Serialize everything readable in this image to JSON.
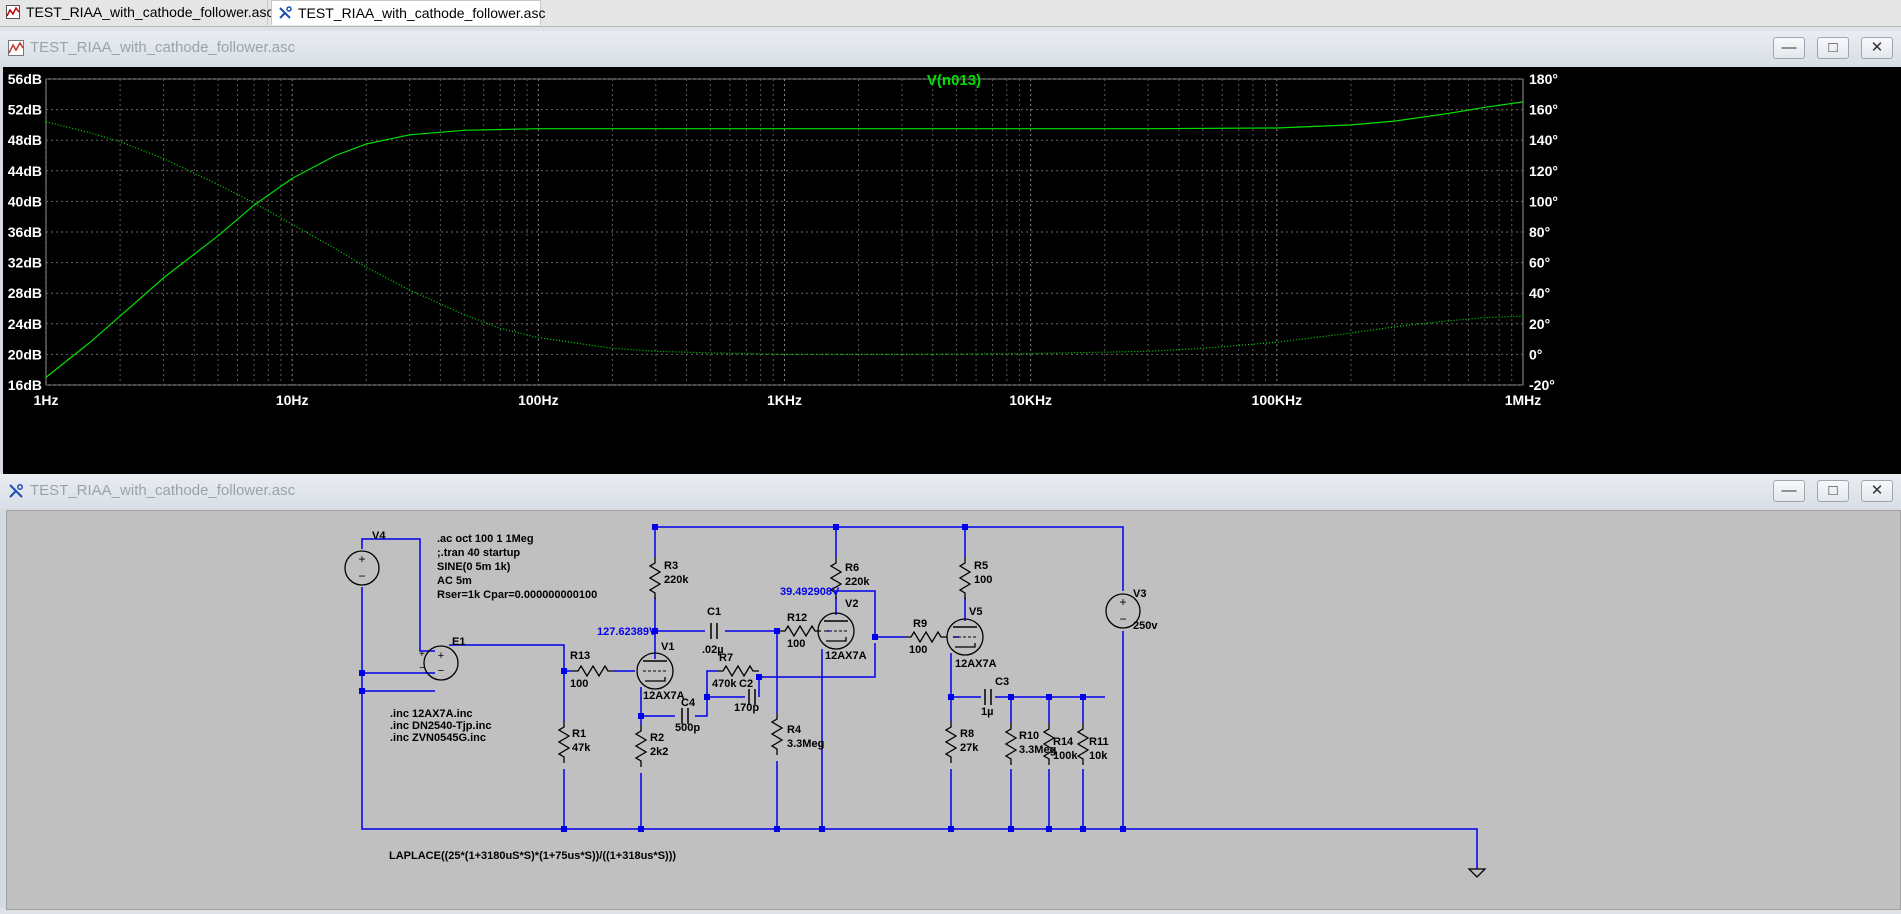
{
  "tabs": [
    {
      "label": "TEST_RIAA_with_cathode_follower.asc",
      "icon": "waveform-icon",
      "active": false
    },
    {
      "label": "TEST_RIAA_with_cathode_follower.asc",
      "icon": "schematic-icon",
      "active": true
    }
  ],
  "plot_window": {
    "title": "TEST_RIAA_with_cathode_follower.asc",
    "trace_name": "V(n013)",
    "trace_color": "#00e000"
  },
  "schematic_window": {
    "title": "TEST_RIAA_with_cathode_follower.asc",
    "directives": [
      ".ac oct 100 1 1Meg",
      ";.tran 40 startup"
    ],
    "source_spec": [
      "SINE(0 5m 1k)",
      "AC 5m",
      "Rser=1k Cpar=0.000000000100"
    ],
    "includes": [
      ".inc 12AX7A.inc",
      ".inc DN2540-Tjp.inc",
      ".inc ZVN0545G.inc"
    ],
    "laplace": "LAPLACE((25*(1+3180uS*S)*(1+75us*S))/((1+318us*S)))",
    "nodes": {
      "v1_plate": "127.62389V",
      "v2_grid": "39.492908V"
    },
    "components": {
      "V4": "V4",
      "E1": "E1",
      "R13": "R13",
      "R13v": "100",
      "R1": "R1",
      "R1v": "47k",
      "R3": "R3",
      "R3v": "220k",
      "V1": "V1",
      "V1v": "12AX7A",
      "C4": "C4",
      "C4v": "500p",
      "R2": "R2",
      "R2v": "2k2",
      "C1": "C1",
      "C1v": ".02µ",
      "R7": "R7",
      "R7v": "470k",
      "C2": "C2",
      "C2v": "170p",
      "R12": "R12",
      "R12v": "100",
      "R4": "R4",
      "R4v": "3.3Meg",
      "R6": "R6",
      "R6v": "220k",
      "V2": "V2",
      "V2v": "12AX7A",
      "R9": "R9",
      "R9v": "100",
      "R5": "R5",
      "R5v": "100",
      "V5": "V5",
      "V5v": "12AX7A",
      "C3": "C3",
      "C3v": "1µ",
      "R8": "R8",
      "R8v": "27k",
      "R10": "R10",
      "R10v": "3.3Meg",
      "R14": "R14",
      "R14v": "100k",
      "R11": "R11",
      "R11v": "10k",
      "V3": "V3",
      "V3v": "250v"
    }
  },
  "chart_data": {
    "type": "line",
    "title": "V(n013)",
    "x_scale": "log",
    "xlim": [
      1,
      1000000
    ],
    "x_ticks": [
      "1Hz",
      "10Hz",
      "100Hz",
      "1KHz",
      "10KHz",
      "100KHz",
      "1MHz"
    ],
    "ylim_left": [
      16,
      56
    ],
    "y_ticks_left": [
      "56dB",
      "52dB",
      "48dB",
      "44dB",
      "40dB",
      "36dB",
      "32dB",
      "28dB",
      "24dB",
      "20dB",
      "16dB"
    ],
    "ylim_right": [
      -20,
      180
    ],
    "y_ticks_right": [
      "180°",
      "160°",
      "140°",
      "120°",
      "100°",
      "80°",
      "60°",
      "40°",
      "20°",
      "0°",
      "-20°"
    ],
    "grid": true,
    "series": [
      {
        "name": "V(n013)",
        "axis": "left",
        "x": [
          1,
          1.5,
          2,
          3,
          5,
          7,
          10,
          15,
          20,
          30,
          50,
          70,
          100,
          300,
          1000,
          3000,
          10000,
          30000,
          100000,
          200000,
          300000,
          500000,
          700000,
          1000000
        ],
        "y": [
          17,
          21.5,
          25,
          30,
          35.5,
          39.5,
          43,
          46,
          47.5,
          48.7,
          49.3,
          49.4,
          49.5,
          49.5,
          49.5,
          49.5,
          49.5,
          49.5,
          49.6,
          50,
          50.5,
          51.5,
          52.3,
          53
        ]
      },
      {
        "name": "V(n013) phase",
        "axis": "right",
        "dashed": true,
        "x": [
          1,
          1.5,
          2,
          3,
          5,
          7,
          10,
          15,
          20,
          30,
          50,
          70,
          100,
          200,
          300,
          500,
          1000,
          3000,
          10000,
          30000,
          50000,
          100000,
          200000,
          300000,
          500000,
          700000,
          1000000
        ],
        "y": [
          152,
          145,
          139,
          128,
          111,
          99,
          85,
          69,
          57,
          42,
          26,
          17,
          11,
          4,
          2,
          1,
          0,
          0,
          0.5,
          2,
          4,
          8,
          14,
          18,
          22,
          24,
          25
        ]
      }
    ]
  }
}
